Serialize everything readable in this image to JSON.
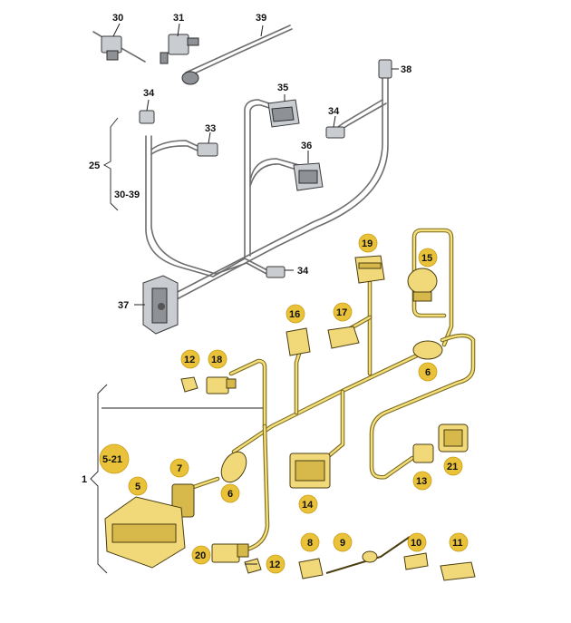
{
  "diagram": {
    "labels": {
      "p1": "1",
      "p5": "5",
      "p5_21": "5-21",
      "p6a": "6",
      "p6b": "6",
      "p7": "7",
      "p8": "8",
      "p9": "9",
      "p10": "10",
      "p11": "11",
      "p12a": "12",
      "p12b": "12",
      "p13": "13",
      "p14": "14",
      "p15": "15",
      "p16": "16",
      "p17": "17",
      "p18": "18",
      "p19": "19",
      "p20": "20",
      "p21": "21",
      "p25": "25",
      "p30_39": "30-39",
      "p30": "30",
      "p31": "31",
      "p33": "33",
      "p34a": "34",
      "p34b": "34",
      "p34c": "34",
      "p35": "35",
      "p36": "36",
      "p37": "37",
      "p38": "38",
      "p39": "39"
    },
    "colors": {
      "badge": "#e9c23a",
      "yellow_wire": "#f4df7a",
      "gray_wire": "#6e6e6e",
      "yellow_part": "#f1d97a",
      "gray_part": "#c9ccd0"
    }
  }
}
